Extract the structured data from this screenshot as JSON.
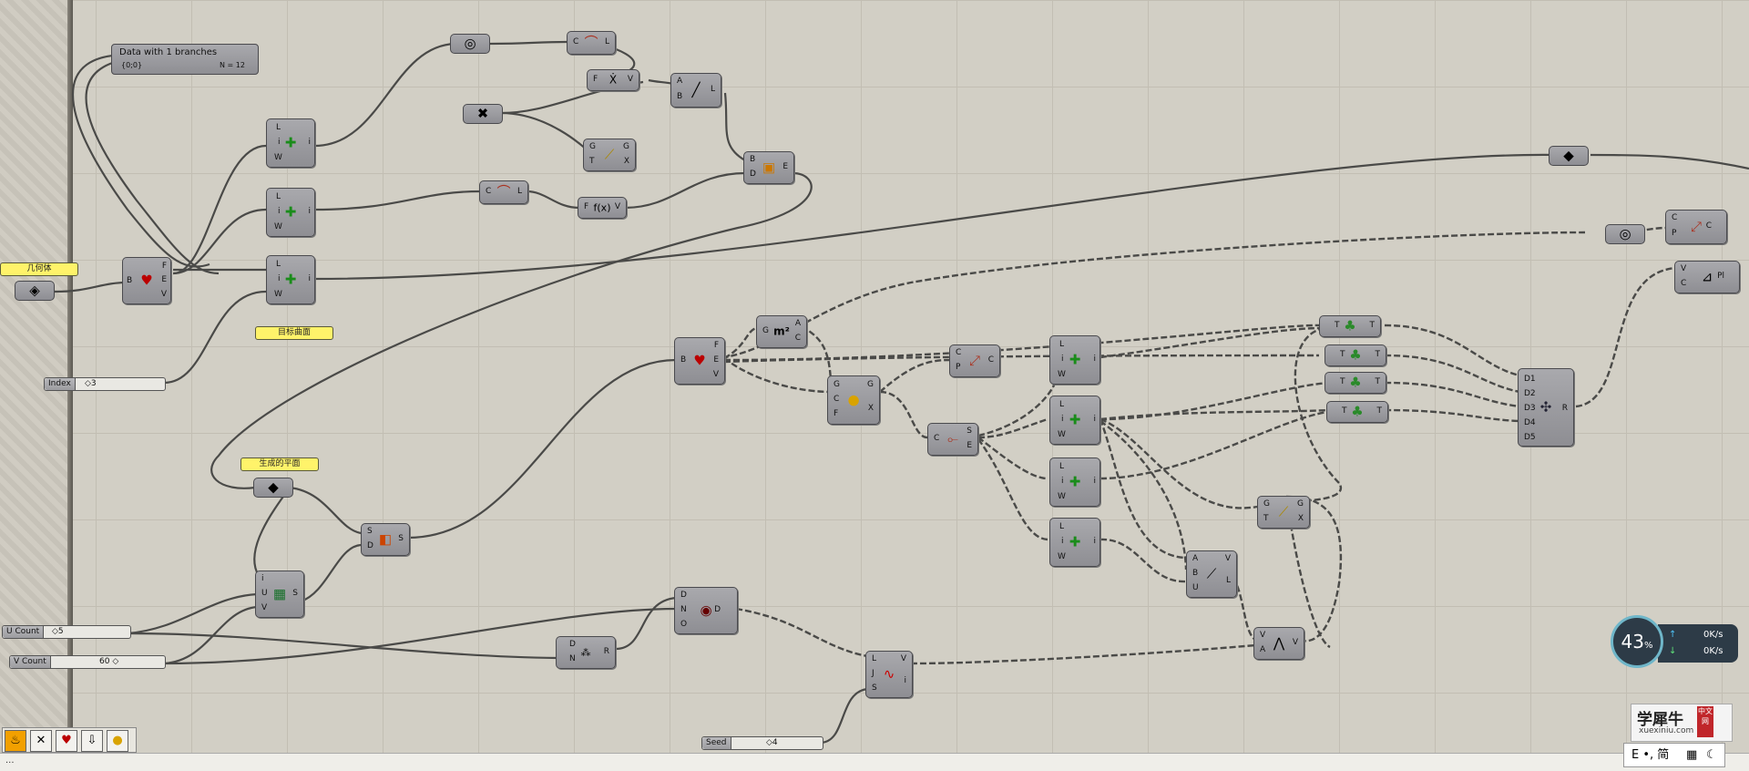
{
  "canvas": {
    "panel": {
      "title": "Data with 1 branches",
      "path": "{0;0}",
      "count": "N = 12"
    },
    "labels": {
      "geometry": "几何体",
      "target_surface": "目标曲面",
      "generated_plane": "生成的平面"
    },
    "sliders": {
      "index": {
        "label": "Index",
        "value": "◇3"
      },
      "u_count": {
        "label": "U Count",
        "value": "◇5"
      },
      "v_count": {
        "label": "V Count",
        "value": "60 ◇"
      },
      "seed": {
        "label": "Seed",
        "value": "◇4"
      }
    },
    "ports": {
      "L": "L",
      "i": "i",
      "W": "W",
      "B": "B",
      "F": "F",
      "E": "E",
      "V": "V",
      "C": "C",
      "G": "G",
      "T": "T",
      "X": "X",
      "A": "A",
      "D": "D",
      "S": "S",
      "P": "P",
      "U": "U",
      "N": "N",
      "O": "O",
      "J": "J",
      "R": "R",
      "Pl": "Pl",
      "D1": "D1",
      "D2": "D2",
      "D3": "D3",
      "D4": "D4",
      "D5": "D5"
    }
  },
  "toolbar": {
    "icons": [
      "flame-icon",
      "close-x-icon",
      "bulb-brep-icon",
      "download-icon",
      "spheres-icon"
    ]
  },
  "status": {
    "text": "..."
  },
  "net_meter": {
    "percent": "43",
    "percent_unit": "%",
    "up": "0",
    "down": "0",
    "unit": "K/s"
  },
  "watermark": {
    "brand": "学犀牛",
    "site": "xuexiniu.com",
    "badge": "中文网"
  },
  "ime": {
    "text": "E •, 简"
  },
  "colors": {
    "canvas": "#d2cfc5",
    "component": "#9c9ca0",
    "label": "#fff36a",
    "meter": "#2d3b47"
  }
}
